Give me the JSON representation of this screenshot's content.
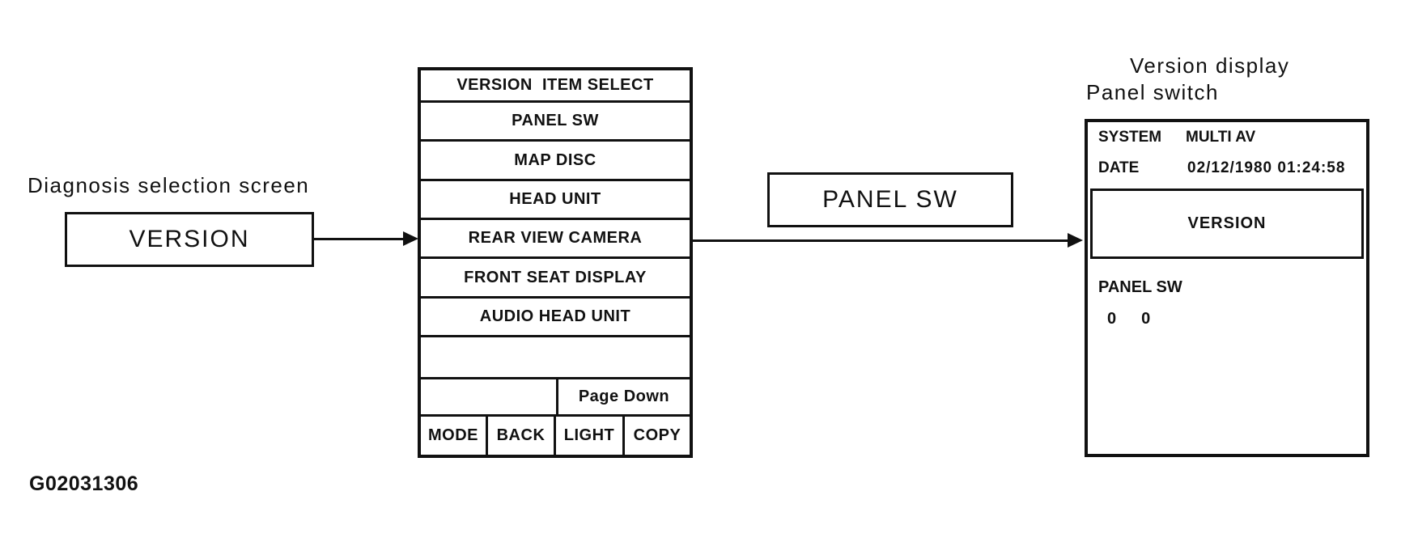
{
  "figure": {
    "id": "G02031306"
  },
  "left": {
    "label": "Diagnosis selection screen",
    "button_label": "VERSION"
  },
  "menu": {
    "title": "VERSION  ITEM SELECT",
    "items": [
      "PANEL SW",
      "MAP DISC",
      "HEAD UNIT",
      "REAR VIEW CAMERA",
      "FRONT SEAT DISPLAY",
      "AUDIO HEAD UNIT"
    ],
    "page_down_label": "Page Down",
    "keys": [
      "MODE",
      "BACK",
      "LIGHT",
      "COPY"
    ]
  },
  "transition": {
    "label": "PANEL SW"
  },
  "result": {
    "heading_line1": "Version display",
    "heading_line2": "Panel switch",
    "fields": [
      {
        "label": "SYSTEM",
        "value": "MULTI AV"
      },
      {
        "label": "DATE",
        "value": "02/12/1980 01:24:58"
      }
    ],
    "version_button_label": "VERSION",
    "section_label": "PANEL SW",
    "values": [
      "0",
      "0"
    ]
  },
  "colors": {
    "ink": "#111111",
    "background": "#ffffff"
  }
}
